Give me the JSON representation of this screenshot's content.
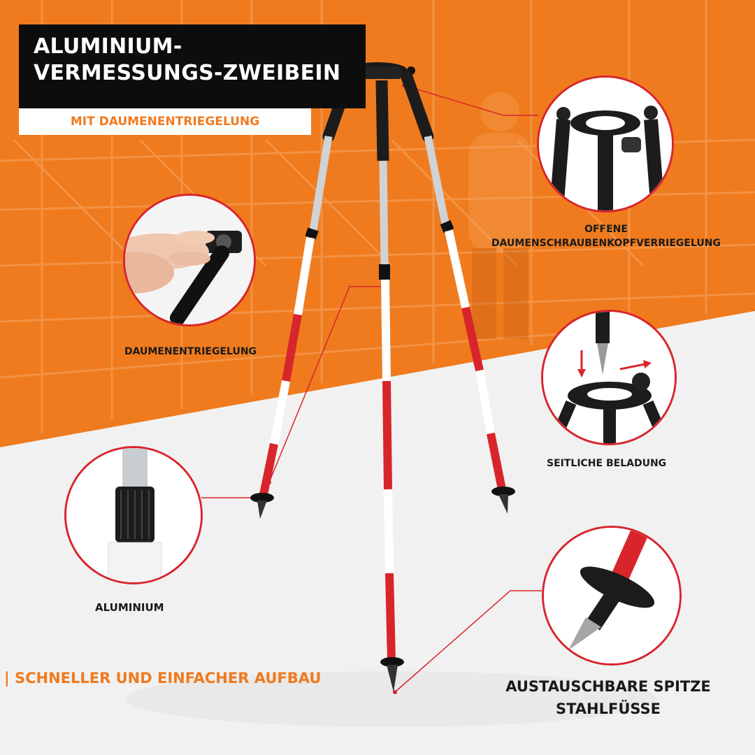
{
  "headline": {
    "title_line1": "ALUMINIUM-",
    "title_line2": "VERMESSUNGS-ZWEIBEIN",
    "subtitle": "MIT DAUMENENTRIEGELUNG"
  },
  "callouts": {
    "thumb_release": "DAUMENENTRIEGELUNG",
    "open_head_line1": "OFFENE",
    "open_head_line2": "DAUMENSCHRAUBENKOPFVERRIEGELUNG",
    "side_loading": "SEITLICHE BELADUNG",
    "aluminium": "ALUMINIUM",
    "tip_line1": "AUSTAUSCHBARE SPITZE",
    "tip_line2": "STAHLFÜSSE"
  },
  "tagline": {
    "marker": "|",
    "text": "SCHNELLER UND EINFACHER AUFBAU"
  },
  "colors": {
    "orange": "#f07a1f",
    "red": "#d8252c",
    "black": "#0d0d0d",
    "white": "#ffffff",
    "background_light": "#f2f2f2"
  },
  "icons": [
    "tripod-image",
    "thumb-press-image",
    "tripod-head-image",
    "side-loading-image",
    "aluminium-leg-image",
    "steel-tip-image"
  ]
}
